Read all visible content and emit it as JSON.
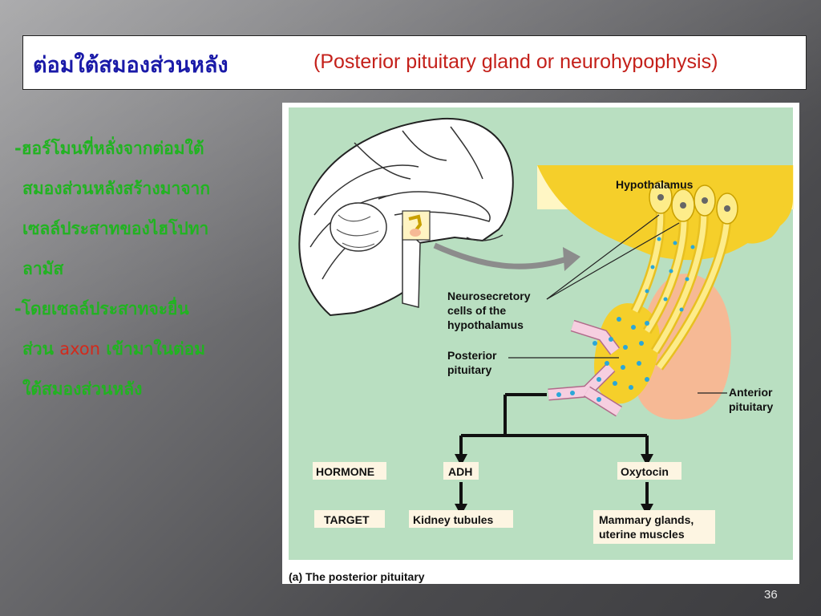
{
  "slide": {
    "title_thai": "ต่อมใต้สมองส่วนหลัง",
    "title_english": "(Posterior pituitary gland or neurohypophysis)",
    "page_number": "36"
  },
  "bullets": {
    "b1_line1": "-ฮอร์โมนที่หลั่งจากต่อมใต้",
    "b1_line2": "สมองส่วนหลังสร้างมาจาก",
    "b1_line3": "เซลล์ประสาทของไฮโปทา",
    "b1_line4": "ลามัส",
    "b2_line1": "-โดยเซลล์ประสาทจะยื่น",
    "b2_line2_pre": "ส่วน ",
    "b2_axon": "axon",
    "b2_line2_post": " เข้ามาในต่อม",
    "b2_line3": "ใต้สมองส่วนหลัง"
  },
  "diagram": {
    "label_hypothalamus": "Hypothalamus",
    "label_neuro_1": "Neurosecretory",
    "label_neuro_2": "cells of the",
    "label_neuro_3": "hypothalamus",
    "label_posterior_1": "Posterior",
    "label_posterior_2": "pituitary",
    "label_anterior_1": "Anterior",
    "label_anterior_2": "pituitary",
    "hormone_label": "HORMONE",
    "target_label": "TARGET",
    "hormone_adh": "ADH",
    "hormone_oxytocin": "Oxytocin",
    "target_kidney": "Kidney tubules",
    "target_mammary_1": "Mammary glands,",
    "target_mammary_2": "uterine muscles",
    "caption": "(a) The posterior pituitary",
    "colors": {
      "panel_bg": "#b9dfc1",
      "hypothalamus": "#f5cf2a",
      "anterior": "#f6b995",
      "vessel": "#f6cfe0",
      "granule": "#2aa7d8",
      "label_box": "#fdf5e2"
    }
  }
}
